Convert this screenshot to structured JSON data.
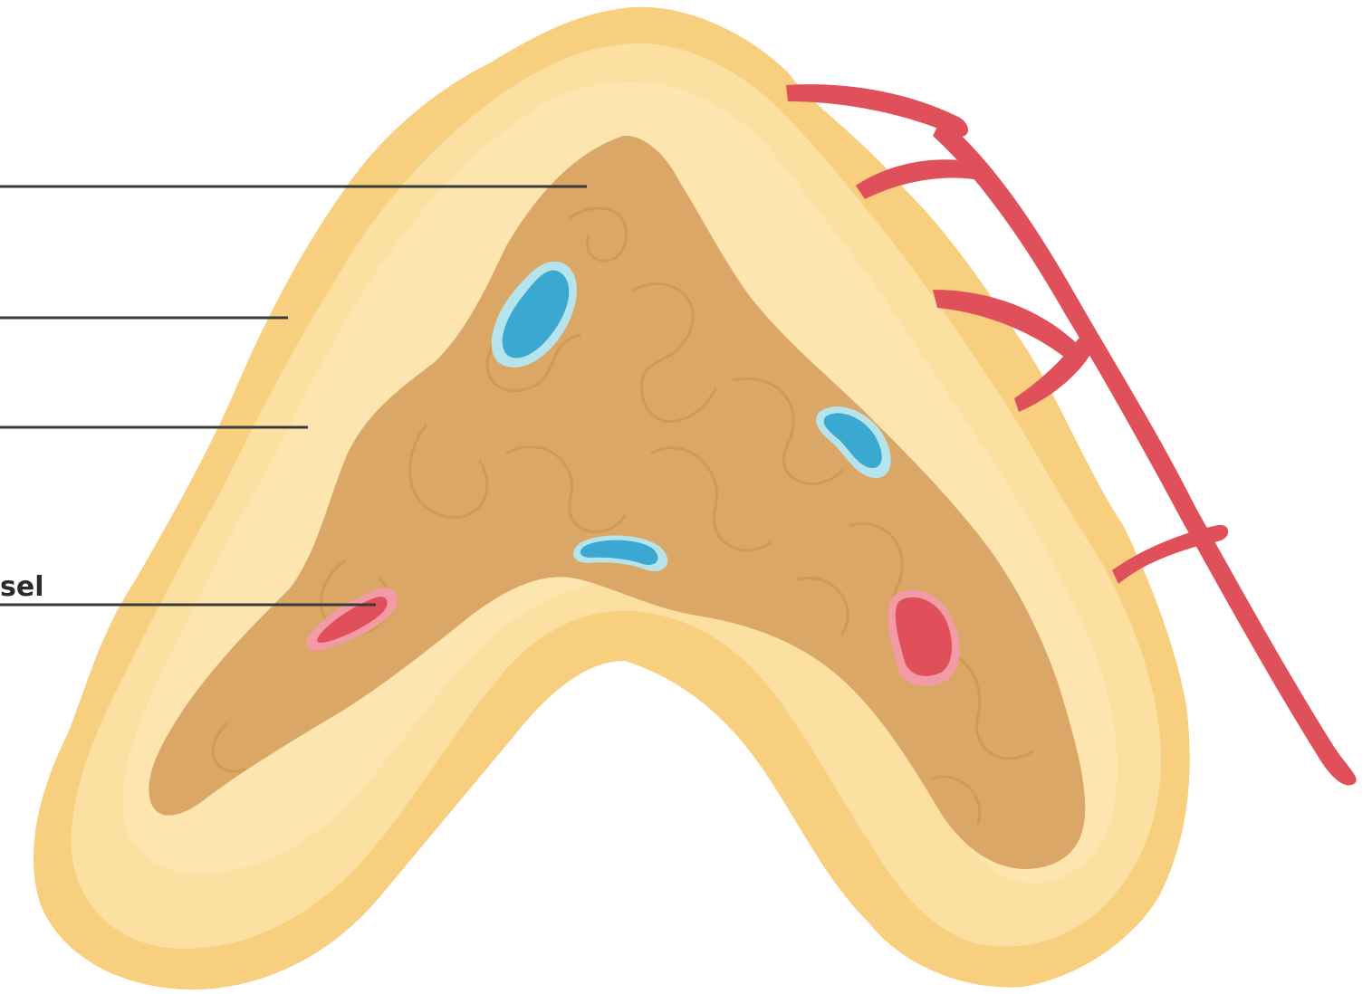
{
  "labels": [
    {
      "id": "medulla",
      "text": ""
    },
    {
      "id": "capsule",
      "text": ""
    },
    {
      "id": "cortex",
      "text": ""
    },
    {
      "id": "vessel",
      "text": "sel"
    }
  ],
  "colors": {
    "outer_capsule": "#f7cf7f",
    "cortex": "#fbe0a2",
    "cortex_highlight": "#fde8b8",
    "medulla": "#dba766",
    "medulla_fold": "#c7903e",
    "vein": "#3aa8d0",
    "vein_rim": "#b6e4ec",
    "artery": "#e0505a",
    "artery_rim": "#f29aa6",
    "leader_line": "#3a3a3a"
  }
}
